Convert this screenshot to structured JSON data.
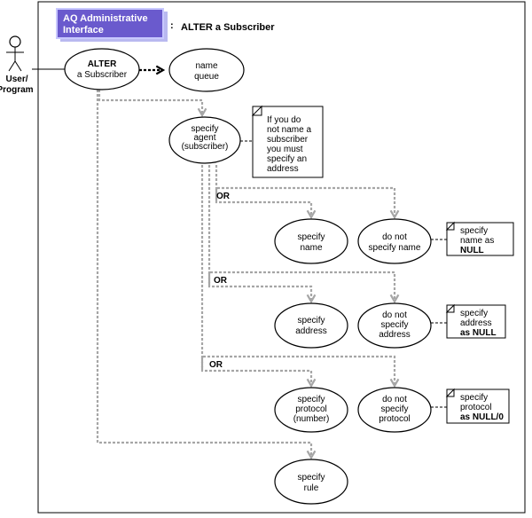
{
  "header": {
    "badge_line1": "AQ Administrative",
    "badge_line2": "Interface",
    "colon": ":",
    "title": "ALTER a Subscriber"
  },
  "actor": {
    "line1": "User/",
    "line2": "Program"
  },
  "nodes": {
    "alter": {
      "line1": "ALTER",
      "line2": "a Subscriber"
    },
    "name_queue": {
      "line1": "name",
      "line2": "queue"
    },
    "specify_agent": {
      "line1": "specify",
      "line2": "agent",
      "line3": "(subscriber)"
    },
    "specify_name": {
      "line1": "specify",
      "line2": "name"
    },
    "not_specify_name": {
      "line1": "do not",
      "line2": "specify name"
    },
    "specify_address": {
      "line1": "specify",
      "line2": "address"
    },
    "not_specify_address": {
      "line1": "do not",
      "line2": "specify",
      "line3": "address"
    },
    "specify_protocol": {
      "line1": "specify",
      "line2": "protocol",
      "line3": "(number)"
    },
    "not_specify_protocol": {
      "line1": "do not",
      "line2": "specify",
      "line3": "protocol"
    },
    "specify_rule": {
      "line1": "specify",
      "line2": "rule"
    }
  },
  "notes": {
    "agent_note": [
      "If you do",
      "not name a",
      "subscriber",
      "you must",
      "specify an",
      "address"
    ],
    "name_note": {
      "line1": "specify",
      "line2": "name as",
      "line3": "NULL"
    },
    "address_note": {
      "line1": "specify",
      "line2": "address",
      "line3": "as NULL"
    },
    "protocol_note": {
      "line1": "specify",
      "line2": "protocol",
      "line3": "as NULL/0"
    }
  },
  "or_labels": [
    "OR",
    "OR",
    "OR"
  ],
  "colors": {
    "badge_fill": "#6a5acd",
    "badge_border": "#c8c8ff",
    "connector": "#a6a6a6"
  }
}
